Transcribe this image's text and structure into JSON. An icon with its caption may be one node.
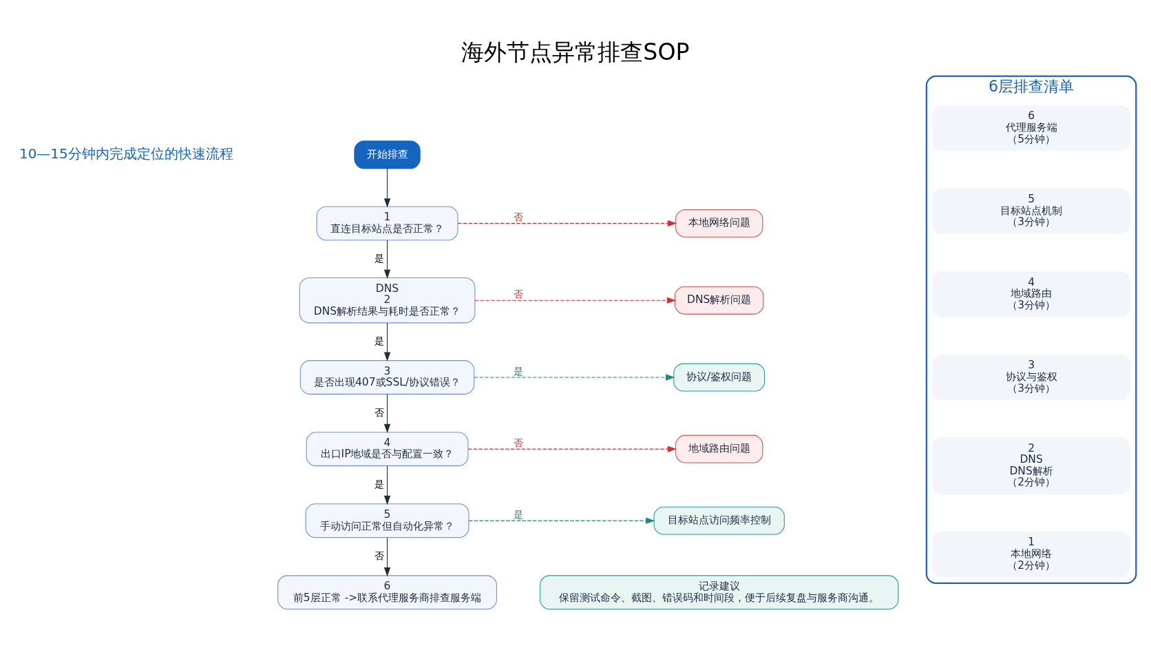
{
  "diagram": {
    "title": "海外节点异常排查SOP",
    "nodes": [
      {
        "text": [
          "开始排查"
        ]
      },
      {
        "text": [
          "1",
          "直连目标站点是否正常？"
        ]
      },
      {
        "text": [
          "DNS",
          "2",
          "DNS解析结果与耗时是否正常？"
        ]
      },
      {
        "text": [
          "3",
          "是否出现407或SSL/协议错误？"
        ]
      },
      {
        "text": [
          "4",
          "出口IP地域是否与配置一致？"
        ]
      },
      {
        "text": [
          "5",
          "手动访问正常但自动化异常？"
        ]
      },
      {
        "text": [
          "6",
          "前5层正常 ->联系代理服务商排查服务端"
        ]
      },
      {
        "text": [
          "本地网络问题"
        ]
      },
      {
        "text": [
          "DNS解析问题"
        ]
      },
      {
        "text": [
          "协议/鉴权问题"
        ]
      },
      {
        "text": [
          "地域路由问题"
        ]
      },
      {
        "text": [
          "目标站点访问频率控制"
        ]
      },
      {
        "text": [
          "6层排查清单"
        ]
      },
      {
        "text": [
          "1",
          "本地网络",
          "（2分钟）"
        ],
        "in": 12
      },
      {
        "text": [
          "2",
          "DNS",
          "DNS解析",
          "（2分钟）"
        ],
        "in": 12
      },
      {
        "text": [
          "3",
          "协议与鉴权",
          "（3分钟）"
        ],
        "in": 12
      },
      {
        "text": [
          "4",
          "地域路由",
          "（3分钟）"
        ],
        "in": 12
      },
      {
        "text": [
          "5",
          "目标站点机制",
          "（3分钟）"
        ],
        "in": 12
      },
      {
        "text": [
          "6",
          "代理服务端",
          "（5分钟）"
        ],
        "in": 12
      },
      {
        "text": [
          "记录建议",
          "保留测试命令、截图、错误码和时间段，便于后续复盘与服务商沟通。"
        ]
      }
    ],
    "edges": [
      {
        "from": 0,
        "to": 1,
        "arrow": "to"
      },
      {
        "from": 1,
        "to": 2,
        "arrow": "to",
        "label": "是"
      },
      {
        "from": 2,
        "to": 3,
        "arrow": "to",
        "label": "是"
      },
      {
        "from": 3,
        "to": 4,
        "arrow": "to",
        "label": "否"
      },
      {
        "from": 4,
        "to": 5,
        "arrow": "to",
        "label": "是"
      },
      {
        "from": 5,
        "to": 6,
        "arrow": "to",
        "label": "否"
      },
      {
        "from": 1,
        "to": 7,
        "arrow": "to",
        "label": "否",
        "style": "dashed",
        "color": "#d32f2f"
      },
      {
        "from": 2,
        "to": 8,
        "arrow": "to",
        "label": "否",
        "style": "dashed",
        "color": "#d32f2f"
      },
      {
        "from": 3,
        "to": 9,
        "arrow": "to",
        "label": "是",
        "style": "dashed",
        "color": "#1a8a7a"
      },
      {
        "from": 4,
        "to": 10,
        "arrow": "to",
        "label": "否",
        "style": "dashed",
        "color": "#d32f2f"
      },
      {
        "from": 5,
        "to": 11,
        "arrow": "to",
        "label": "是",
        "style": "dashed",
        "color": "#1a8a7a"
      }
    ],
    "labels": [
      "10—15分钟内完成定位的快速流程"
    ]
  }
}
